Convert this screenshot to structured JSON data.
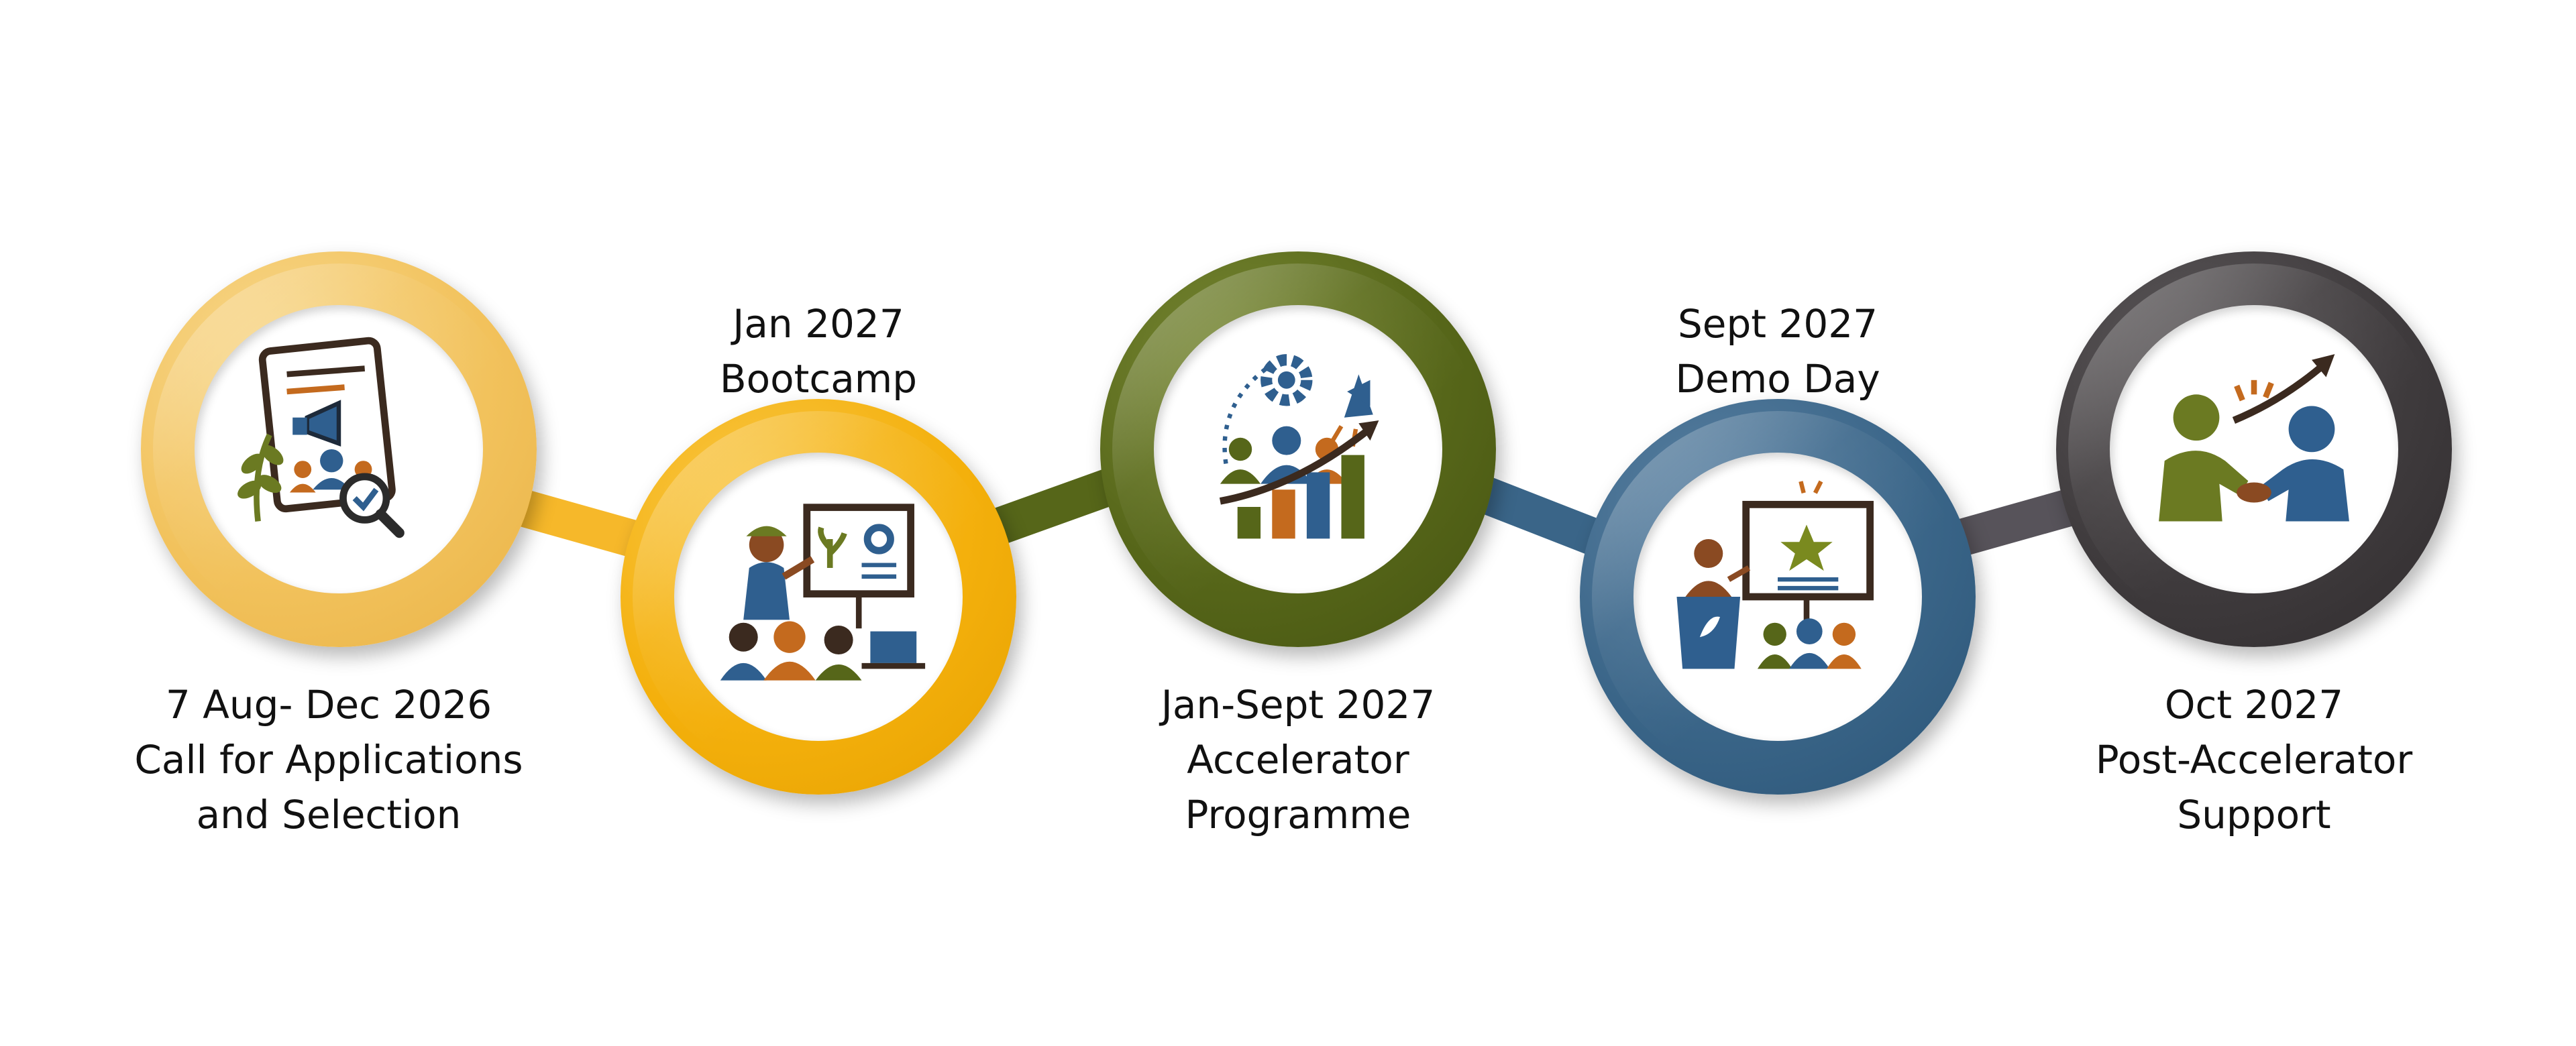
{
  "colors": {
    "stage1": "#f2c25c",
    "stage2": "#f4b00c",
    "stage3": "#566619",
    "stage4": "#3a6588",
    "stage5": "#3f3b3d",
    "connector1": "#f6b82a",
    "connector2": "#566619",
    "connector3": "#3a6588",
    "connector4": "#57535a"
  },
  "stages": [
    {
      "icon": "application-document-megaphone-icon",
      "lines": [
        "7 Aug- Dec 2026",
        "Call for Applications",
        "and Selection"
      ]
    },
    {
      "icon": "bootcamp-presentation-icon",
      "lines": [
        "Jan 2027",
        "Bootcamp"
      ]
    },
    {
      "icon": "accelerator-growth-chart-icon",
      "lines": [
        "Jan-Sept 2027",
        "Accelerator",
        "Programme"
      ]
    },
    {
      "icon": "demo-day-podium-icon",
      "lines": [
        "Sept 2027",
        "Demo Day"
      ]
    },
    {
      "icon": "handshake-support-icon",
      "lines": [
        "Oct 2027",
        "Post-Accelerator",
        "Support"
      ]
    }
  ]
}
